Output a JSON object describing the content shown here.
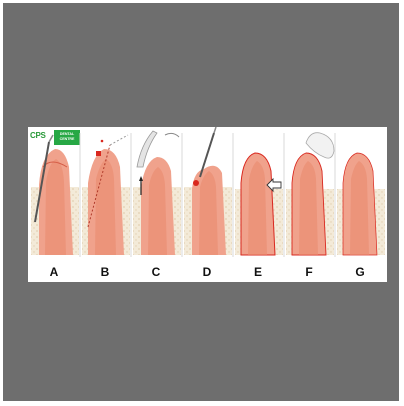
{
  "logo": {
    "mark": "CPS",
    "text_line1": "DENTAL",
    "text_line2": "CENTRE"
  },
  "panels": [
    "A",
    "B",
    "C",
    "D",
    "E",
    "F",
    "G"
  ],
  "colors": {
    "frame": "#6e6e6e",
    "gum": "#f0a28c",
    "tooth_root": "#e98a6e",
    "bone": "#f3ead8",
    "accent_red": "#d9281f",
    "logo_green": "#27a845"
  },
  "icons": [
    "probe-icon",
    "scalpel-icon",
    "arrow-left-icon",
    "curette-icon"
  ]
}
